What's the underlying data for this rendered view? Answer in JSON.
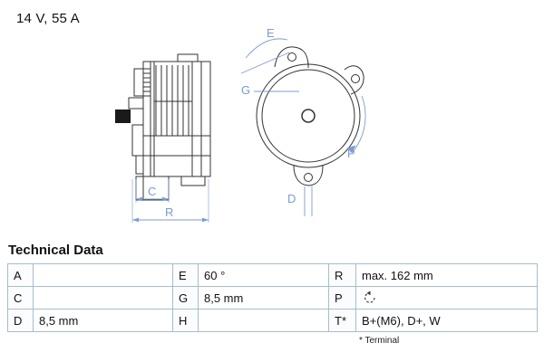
{
  "header": {
    "title": "14 V, 55 A"
  },
  "diagram": {
    "dimension_labels": {
      "c": "C",
      "r": "R",
      "e": "E",
      "g": "G",
      "p": "P",
      "d": "D"
    },
    "accent_color": "#7d9bd2"
  },
  "technical_data": {
    "heading": "Technical Data",
    "rows": [
      [
        {
          "label": "A",
          "value": ""
        },
        {
          "label": "E",
          "value": "60 °"
        },
        {
          "label": "R",
          "value": "max. 162 mm"
        }
      ],
      [
        {
          "label": "C",
          "value": ""
        },
        {
          "label": "G",
          "value": "8,5 mm"
        },
        {
          "label": "P",
          "value": "",
          "icon": "rotation-direction-icon"
        }
      ],
      [
        {
          "label": "D",
          "value": "8,5 mm"
        },
        {
          "label": "H",
          "value": ""
        },
        {
          "label": "T*",
          "value": "B+(M6), D+, W"
        }
      ]
    ],
    "footnote": "* Terminal"
  }
}
